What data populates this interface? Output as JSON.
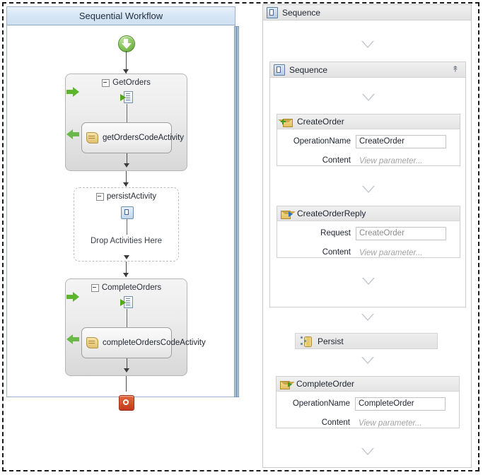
{
  "left_panel": {
    "title": "Sequential Workflow",
    "start_icon": "start-green-down-arrow-icon",
    "stop_icon": "stop-red-icon",
    "activities": [
      {
        "name": "GetOrders",
        "icon": "receive-activity-icon",
        "collapse_glyph": "minus",
        "child": {
          "label": "getOrdersCodeActivity",
          "icon": "code-scroll-icon"
        },
        "left_arrows": [
          "green-arrow-right-icon",
          "green-arrow-left-icon"
        ]
      },
      {
        "name": "persistActivity",
        "icon": "persist-activity-icon",
        "collapse_glyph": "minus",
        "drop_hint": "Drop Activities Here"
      },
      {
        "name": "CompleteOrders",
        "icon": "receive-activity-icon",
        "collapse_glyph": "minus",
        "child": {
          "label": "completeOrdersCodeActivity",
          "icon": "code-scroll-icon"
        },
        "left_arrows": [
          "green-arrow-right-icon",
          "green-arrow-left-icon"
        ]
      }
    ]
  },
  "right_panel": {
    "outer_sequence": {
      "title": "Sequence",
      "icon": "sequence-icon"
    },
    "inner_sequence": {
      "title": "Sequence",
      "icon": "sequence-icon",
      "collapse_icon": "chevron-double-up-icon"
    },
    "cards": [
      {
        "title": "CreateOrder",
        "icon": "receive-message-icon",
        "fields": [
          {
            "label": "OperationName",
            "value": "CreateOrder",
            "type": "input",
            "muted": false
          },
          {
            "label": "Content",
            "value": "View parameter...",
            "type": "ghost",
            "muted": true
          }
        ]
      },
      {
        "title": "CreateOrderReply",
        "icon": "send-reply-message-icon",
        "fields": [
          {
            "label": "Request",
            "value": "CreateOrder",
            "type": "input",
            "muted": true
          },
          {
            "label": "Content",
            "value": "View parameter...",
            "type": "ghost",
            "muted": true
          }
        ]
      },
      {
        "title": "CompleteOrder",
        "icon": "send-message-icon",
        "fields": [
          {
            "label": "OperationName",
            "value": "CompleteOrder",
            "type": "input",
            "muted": false
          },
          {
            "label": "Content",
            "value": "View parameter...",
            "type": "ghost",
            "muted": true
          }
        ]
      }
    ],
    "persist": {
      "title": "Persist",
      "icon": "persist-icon"
    },
    "connectors": "hollow-down-chevron-icon"
  },
  "colors": {
    "panel_title_bg": "#d6e6f5",
    "panel_border": "#9bb3cc",
    "start_green": "#5d9e36",
    "stop_red": "#c3391c",
    "arrow_green": "#5cb52c",
    "card_header_bg": "#e9e9e9",
    "ghost_text": "#a3a3a3"
  }
}
